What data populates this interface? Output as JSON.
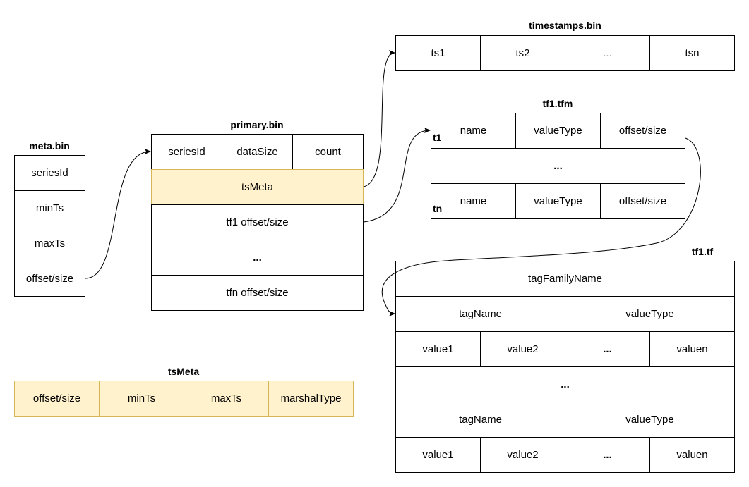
{
  "meta_bin": {
    "title": "meta.bin",
    "rows": [
      "seriesId",
      "minTs",
      "maxTs",
      "offset/size"
    ]
  },
  "primary_bin": {
    "title": "primary.bin",
    "header": [
      "seriesId",
      "dataSize",
      "count"
    ],
    "rows": [
      "tsMeta",
      "tf1 offset/size",
      "...",
      "tfn offset/size"
    ]
  },
  "timestamps_bin": {
    "title": "timestamps.bin",
    "cells": [
      "ts1",
      "ts2",
      "...",
      "tsn"
    ]
  },
  "tfm": {
    "title": "tf1.tfm",
    "row_first_label": "t1",
    "row_last_label": "tn",
    "header": [
      "name",
      "valueType",
      "offset/size"
    ],
    "middle": "...",
    "footer": [
      "name",
      "valueType",
      "offset/size"
    ]
  },
  "tf": {
    "title": "tf1.tf",
    "family": "tagFamilyName",
    "tag_header_1": [
      "tagName",
      "valueType"
    ],
    "values_1": [
      "value1",
      "value2",
      "...",
      "valuen"
    ],
    "middle": "...",
    "tag_header_2": [
      "tagName",
      "valueType"
    ],
    "values_2": [
      "value1",
      "value2",
      "...",
      "valuen"
    ]
  },
  "ts_meta": {
    "title": "tsMeta",
    "cells": [
      "offset/size",
      "minTs",
      "maxTs",
      "marshalType"
    ]
  },
  "colors": {
    "highlight_fill": "#fff2cc",
    "highlight_border": "#d6b656"
  }
}
